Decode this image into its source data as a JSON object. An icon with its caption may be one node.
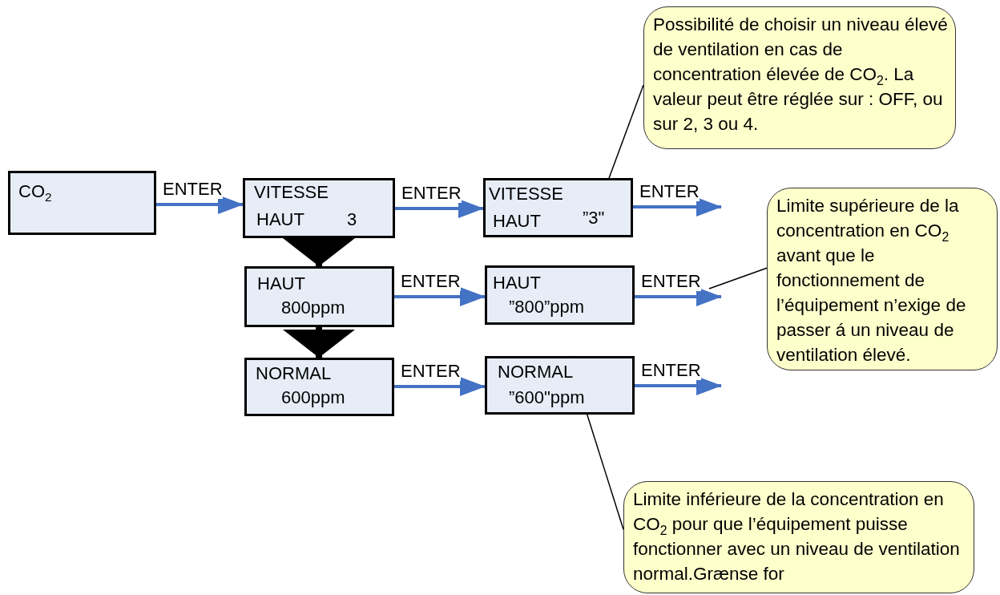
{
  "diagram": {
    "nodes": [
      {
        "text": [
          "CO$_{2}$"
        ]
      },
      {
        "text": [
          "VITESSE",
          "HAUT",
          "3"
        ]
      },
      {
        "text": [
          "HAUT",
          "800ppm"
        ]
      },
      {
        "text": [
          "NORMAL",
          "600ppm"
        ]
      },
      {
        "text": [
          "VITESSE",
          "HAUT",
          "”3\""
        ]
      },
      {
        "text": [
          "HAUT",
          "”800”ppm"
        ]
      },
      {
        "text": [
          "NORMAL",
          "”600\"ppm"
        ]
      },
      {
        "text": [
          "Possibilité de choisir un niveau élevé de ventilation en cas de concentration élevée de CO$_{2}$. La valeur peut être réglée sur : OFF, ou sur 2, 3 ou 4."
        ]
      },
      {
        "text": [
          "Limite supérieure de la concentration en CO$_{2}$ avant que le fonctionnement de l’équipement n’exige de passer á un niveau de ventilation élevé."
        ]
      },
      {
        "text": [
          "Limite inférieure de la concentration en CO$_{2}$ pour que l’équipement puisse fonctionner avec un niveau de ventilation normal.Grænse for"
        ]
      }
    ],
    "edges": [
      {
        "from": 0,
        "to": 1,
        "arrow": "to",
        "label": "ENTER"
      },
      {
        "from": 1,
        "to": 2,
        "arrow": "to",
        "style": "thick",
        "color": "#000000"
      },
      {
        "from": 1,
        "to": 4,
        "arrow": "to",
        "label": "ENTER"
      },
      {
        "from": 2,
        "to": 3,
        "arrow": "to",
        "style": "thick",
        "color": "#000000"
      },
      {
        "from": 2,
        "to": 5,
        "arrow": "to",
        "label": "ENTER"
      },
      {
        "from": 3,
        "to": 6,
        "arrow": "to",
        "label": "ENTER"
      },
      {
        "from": 4,
        "to": null,
        "arrow": "to",
        "label": "ENTER"
      },
      {
        "from": 5,
        "to": null,
        "arrow": "to",
        "label": "ENTER"
      },
      {
        "from": 6,
        "to": null,
        "arrow": "to",
        "label": "ENTER"
      },
      {
        "from": 7,
        "to": 4,
        "arrow": "none",
        "color": "#000000"
      },
      {
        "from": 8,
        "to": null,
        "arrow": "none",
        "color": "#000000"
      },
      {
        "from": 9,
        "to": 6,
        "arrow": "none",
        "color": "#000000"
      }
    ]
  }
}
